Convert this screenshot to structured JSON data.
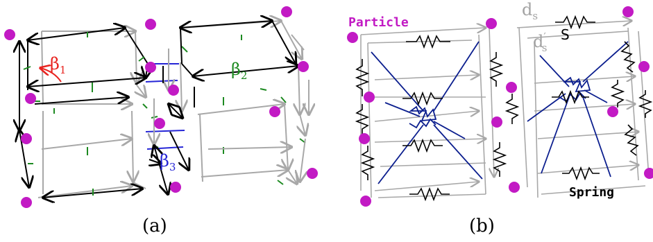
{
  "panels": {
    "a": {
      "caption": "(a)",
      "labels": {
        "beta1": {
          "base": "β",
          "sub": "1",
          "color": "#e8231f"
        },
        "beta2": {
          "base": "β",
          "sub": "2",
          "color": "#1d8a21"
        },
        "beta3": {
          "base": "β",
          "sub": "3",
          "color": "#2525d6"
        }
      }
    },
    "b": {
      "caption": "(b)",
      "labels": {
        "particle": {
          "text": "Particle",
          "color": "#c21ac4"
        },
        "spring": {
          "text": "Spring",
          "color": "#000000"
        },
        "ds": {
          "base": "d",
          "sub": "s",
          "color": "#a3a3a3"
        },
        "ds_prime": {
          "base": "d",
          "sub": "s",
          "sup": "′",
          "color": "#a3a3a3"
        },
        "s": {
          "text": "S",
          "color": "#000000"
        }
      }
    }
  },
  "colors": {
    "particle": "#c21ac4",
    "edge_front": "#000000",
    "edge_back": "#a8a8a8",
    "hinge": "#1d8a21",
    "bond": "#2525d6",
    "center_spring": "#0b1e8e"
  }
}
